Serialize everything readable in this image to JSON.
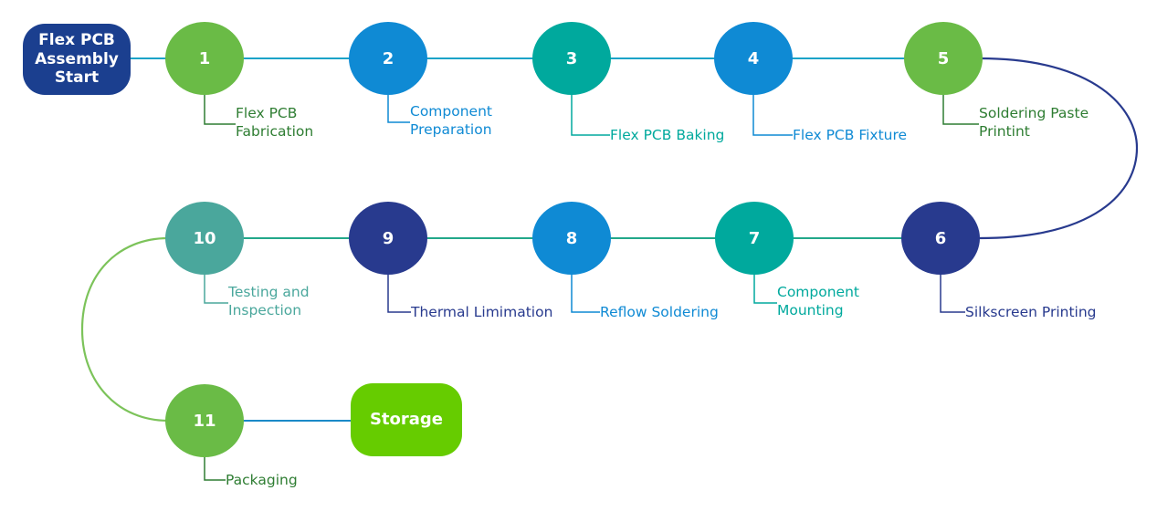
{
  "start": {
    "label": "Flex PCB\nAssembly\nStart",
    "color": "#1b3f8f"
  },
  "end": {
    "label": "Storage",
    "color": "#66cc00"
  },
  "steps": [
    {
      "number": "1",
      "label": "Flex PCB\nFabrication",
      "color": "#6abb46",
      "label_color": "#2e7d32"
    },
    {
      "number": "2",
      "label": "Component\nPreparation",
      "color": "#0f8ad4",
      "label_color": "#0f8ad4"
    },
    {
      "number": "3",
      "label": "Flex PCB Baking",
      "color": "#00a99d",
      "label_color": "#00a99d"
    },
    {
      "number": "4",
      "label": "Flex PCB Fixture",
      "color": "#0f8ad4",
      "label_color": "#0f8ad4"
    },
    {
      "number": "5",
      "label": "Soldering Paste\nPrintint",
      "color": "#6abb46",
      "label_color": "#2e7d32"
    },
    {
      "number": "6",
      "label": "Silkscreen Printing",
      "color": "#283a8e",
      "label_color": "#283a8e"
    },
    {
      "number": "7",
      "label": "Component\nMounting",
      "color": "#00a99d",
      "label_color": "#00a99d"
    },
    {
      "number": "8",
      "label": "Reflow Soldering",
      "color": "#0f8ad4",
      "label_color": "#0f8ad4"
    },
    {
      "number": "9",
      "label": "Thermal Limimation",
      "color": "#283a8e",
      "label_color": "#283a8e"
    },
    {
      "number": "10",
      "label": "Testing and\nInspection",
      "color": "#4aa79c",
      "label_color": "#4aa79c"
    },
    {
      "number": "11",
      "label": "Packaging",
      "color": "#6abb46",
      "label_color": "#2e7d32"
    }
  ],
  "connector_colors": {
    "row1": "#1aa3c8",
    "loop_right": "#283a8e",
    "row2": "#22a88a",
    "loop_left": "#7cc35a",
    "row3": "#1a8ac8"
  }
}
